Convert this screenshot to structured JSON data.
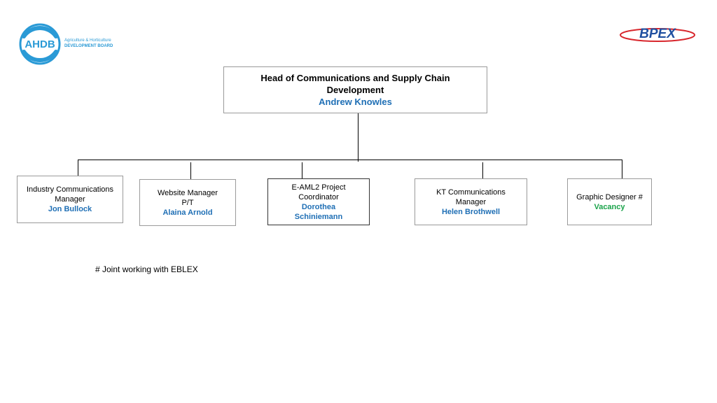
{
  "logos": {
    "ahdb": {
      "mark": "AHDB",
      "line1": "Agriculture & Horticulture",
      "line2": "DEVELOPMENT BOARD",
      "color": "#2a9ad6"
    },
    "bpex": {
      "mark": "BPEX",
      "color": "#1f4fa0",
      "swoosh_color": "#d8262c"
    }
  },
  "head": {
    "title_line1": "Head of Communications and Supply Chain",
    "title_line2": "Development",
    "name": "Andrew Knowles"
  },
  "reports": [
    {
      "role_line1": "Industry Communications",
      "role_line2": "Manager",
      "name": "Jon Bullock"
    },
    {
      "role_line1": "Website Manager",
      "role_line2": "P/T",
      "name": "Alaina Arnold"
    },
    {
      "role_line1": "E-AML2 Project",
      "role_line2": "Coordinator",
      "name_line1": "Dorothea",
      "name_line2": "Schiniemann"
    },
    {
      "role_line1": "KT Communications",
      "role_line2": "Manager",
      "name": "Helen Brothwell"
    },
    {
      "role_line1": "Graphic Designer #",
      "name": "Vacancy"
    }
  ],
  "footnote": "# Joint working with EBLEX",
  "colors": {
    "name_blue": "#1f6fb5",
    "vacancy_green": "#1aa34a"
  }
}
